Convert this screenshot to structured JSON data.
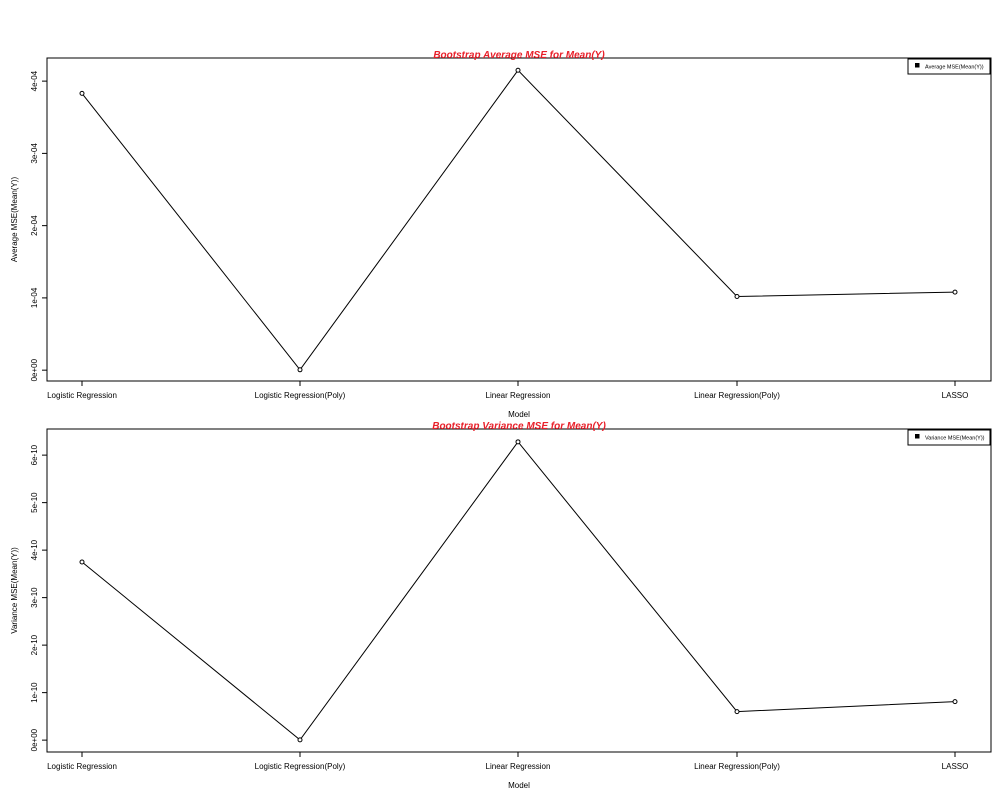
{
  "chart_data": [
    {
      "type": "line",
      "title": "Bootstrap Average MSE for Mean(Y)",
      "xlabel": "Model",
      "ylabel": "Average MSE(Mean(Y))",
      "categories": [
        "Logistic Regression",
        "Logistic Regression(Poly)",
        "Linear Regression",
        "Linear Regression(Poly)",
        "LASSO"
      ],
      "y_ticks": [
        0,
        0.0001,
        0.0002,
        0.0003,
        0.0004
      ],
      "y_tick_labels": [
        "0e+00",
        "1e-04",
        "2e-04",
        "3e-04",
        "4e-04"
      ],
      "ylim": [
        -1.5e-05,
        0.000432
      ],
      "series": [
        {
          "name": "Average MSE(Mean(Y))",
          "values": [
            0.000383,
            5e-07,
            0.000415,
            0.000102,
            0.000108
          ]
        }
      ],
      "legend": {
        "position": "top-right",
        "label": "Average MSE(Mean(Y))"
      },
      "grid": false,
      "colors": {
        "title": "#e8202a",
        "line": "#000000",
        "marker_fill": "#ffffff"
      }
    },
    {
      "type": "line",
      "title": "Bootstrap Variance MSE for Mean(Y)",
      "xlabel": "Model",
      "ylabel": "Variance MSE(Mean(Y))",
      "categories": [
        "Logistic Regression",
        "Logistic Regression(Poly)",
        "Linear Regression",
        "Linear Regression(Poly)",
        "LASSO"
      ],
      "y_ticks": [
        0,
        1e-10,
        2e-10,
        3e-10,
        4e-10,
        5e-10,
        6e-10
      ],
      "y_tick_labels": [
        "0e+00",
        "1e-10",
        "2e-10",
        "3e-10",
        "4e-10",
        "5e-10",
        "6e-10"
      ],
      "ylim": [
        -2.5e-11,
        6.55e-10
      ],
      "series": [
        {
          "name": "Variance MSE(Mean(Y))",
          "values": [
            3.75e-10,
            5e-13,
            6.28e-10,
            6e-11,
            8.1e-11
          ]
        }
      ],
      "legend": {
        "position": "top-right",
        "label": "Variance MSE(Mean(Y))"
      },
      "grid": false,
      "colors": {
        "title": "#e8202a",
        "line": "#000000",
        "marker_fill": "#ffffff"
      }
    }
  ]
}
